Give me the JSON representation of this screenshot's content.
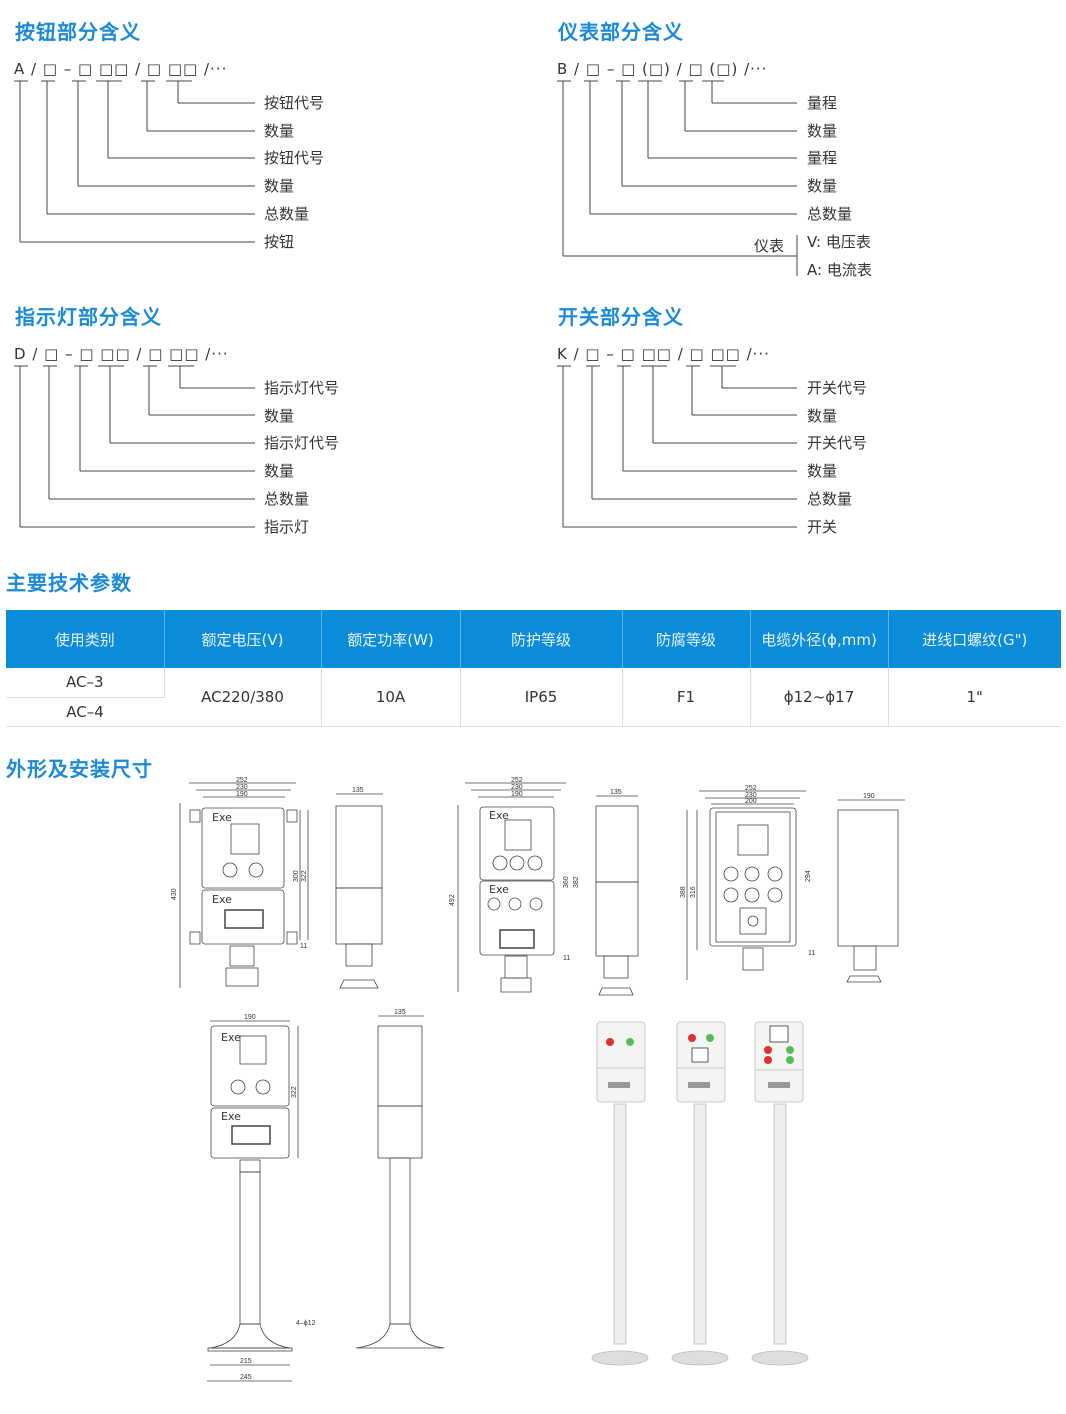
{
  "sections": {
    "button": {
      "title": "按钮部分含义",
      "code": "A / □ – □ □□ / □ □□ /···",
      "labels": [
        "按钮代号",
        "数量",
        "按钮代号",
        "数量",
        "总数量",
        "按钮"
      ]
    },
    "meter": {
      "title": "仪表部分含义",
      "code": "B / □ – □ (□) / □ (□) /···",
      "labels": [
        "量程",
        "数量",
        "量程",
        "数量",
        "总数量"
      ],
      "meter_label": "仪表",
      "types": [
        "V:  电压表",
        "A:  电流表"
      ]
    },
    "indicator": {
      "title": "指示灯部分含义",
      "code": "D / □ – □ □□ / □ □□ /···",
      "labels": [
        "指示灯代号",
        "数量",
        "指示灯代号",
        "数量",
        "总数量",
        "指示灯"
      ]
    },
    "switch": {
      "title": "开关部分含义",
      "code": "K / □ – □ □□ / □ □□ /···",
      "labels": [
        "开关代号",
        "数量",
        "开关代号",
        "数量",
        "总数量",
        "开关"
      ]
    }
  },
  "specs": {
    "title": "主要技术参数",
    "headers": [
      "使用类别",
      "额定电压(V)",
      "额定功率(W)",
      "防护等级",
      "防腐等级",
      "电缆外径(ϕ,mm)",
      "进线口螺纹(G\")"
    ],
    "categories": [
      "AC–3",
      "AC–4"
    ],
    "voltage": "AC220/380",
    "power": "10A",
    "protection": "IP65",
    "anticorrosion": "F1",
    "cable": "ϕ12~ϕ17",
    "thread": "1\""
  },
  "dimensions": {
    "title": "外形及安装尺寸",
    "enclosure_mark": "Exe",
    "drawing1": {
      "w": [
        "252",
        "230",
        "190"
      ],
      "h": [
        "430",
        "300",
        "322"
      ],
      "side": "135",
      "gap": "11"
    },
    "drawing2": {
      "w": [
        "252",
        "230",
        "190"
      ],
      "h": [
        "492",
        "360",
        "382"
      ],
      "side": "135",
      "gap": "11"
    },
    "drawing3": {
      "w": [
        "252",
        "230",
        "200"
      ],
      "h": [
        "388",
        "316",
        "294"
      ],
      "side": "190",
      "gap": "11"
    },
    "drawing4": {
      "w": "190",
      "h": "322",
      "side": "135",
      "holes": "4–ϕ12",
      "base": [
        "215",
        "245"
      ]
    }
  }
}
